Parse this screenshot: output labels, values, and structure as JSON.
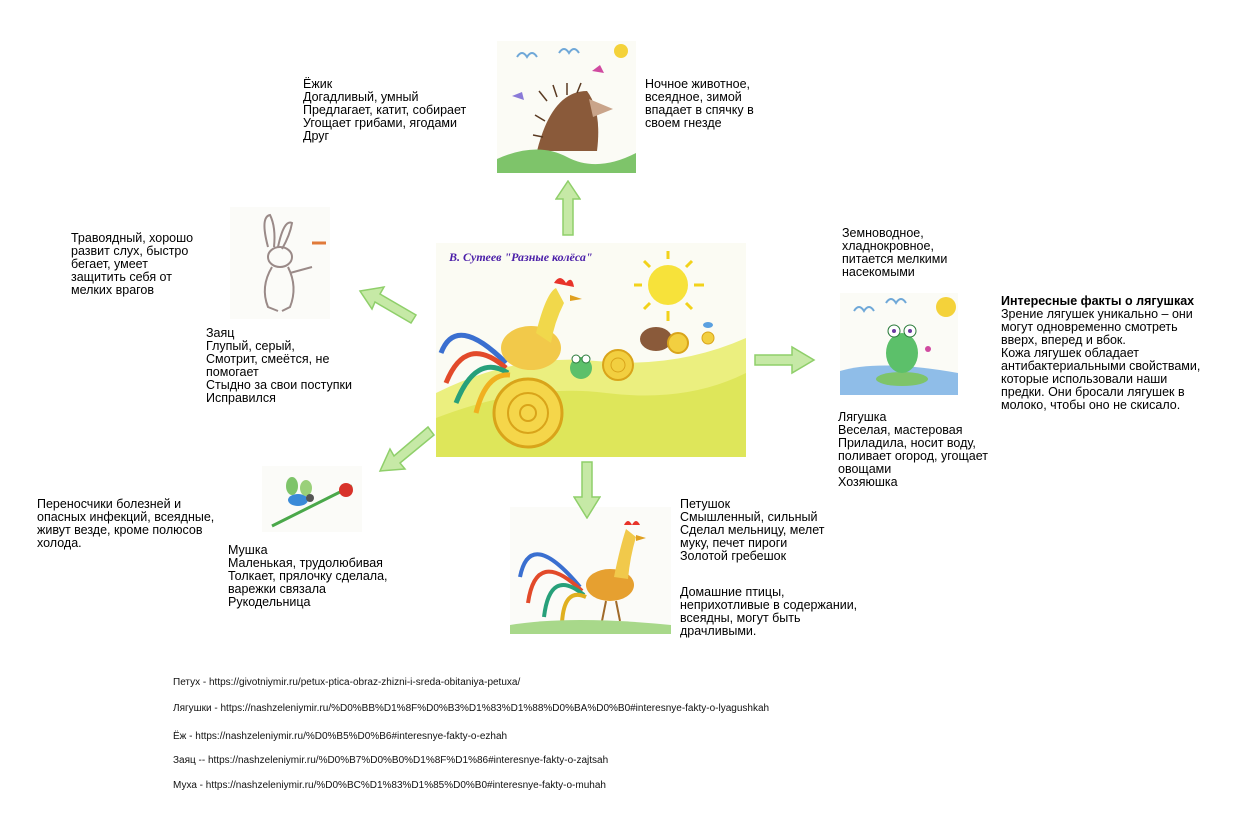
{
  "center": {
    "title": "В. Сутеев  \"Разные колёса\""
  },
  "hedgehog": {
    "traits": [
      "Ёжик",
      "Догадливый, умный",
      "Предлагает, катит, собирает",
      "Угощает грибами, ягодами",
      "Друг"
    ],
    "fact": [
      "Ночное животное,",
      "всеядное,  зимой",
      "впадает в спячку в",
      "своем гнезде"
    ]
  },
  "hare": {
    "fact": [
      "Травоядный, хорошо",
      "развит слух, быстро",
      "бегает, умеет",
      "защитить себя от",
      "мелких врагов"
    ],
    "traits": [
      "Заяц",
      "Глупый, серый,",
      "Смотрит, смеётся, не",
      "помогает",
      "Стыдно за свои поступки",
      "Исправился"
    ]
  },
  "frog": {
    "fact": [
      "Земноводное,",
      "хладнокровное,",
      "питается мелкими",
      "насекомыми"
    ],
    "traits": [
      "Лягушка",
      "Веселая, мастеровая",
      "Приладила, носит воду,",
      "поливает огород, угощает",
      "овощами",
      "Хозяюшка"
    ],
    "facts_title": "Интересные факты о лягушках",
    "facts_lines": [
      "Зрение лягушек уникально – они",
      "могут одновременно смотреть",
      "вверх, вперед и вбок.",
      "Кожа лягушек обладает",
      "антибактериальными свойствами,",
      "которые использовали наши",
      "предки. Они бросали лягушек в",
      "молоко, чтобы оно не скисало."
    ]
  },
  "fly": {
    "fact": [
      "Переносчики болезней и",
      "опасных инфекций, всеядные,",
      "живут везде, кроме полюсов",
      "холода."
    ],
    "traits": [
      "Мушка",
      "Маленькая, трудолюбивая",
      "Толкает, прялочку сделала,",
      "варежки связала",
      "Рукодельница"
    ]
  },
  "rooster": {
    "traits": [
      "Петушок",
      "Смышленный,  сильный",
      "Сделал мельницу, мелет",
      "муку, печет пироги",
      "Золотой гребешок"
    ],
    "fact": [
      "Домашние птицы,",
      "неприхотливые в содержании,",
      "всеядны, могут быть",
      "драчливыми."
    ]
  },
  "sources": [
    "Петух - https://givotniymir.ru/petux-ptica-obraz-zhizni-i-sreda-obitaniya-petuxa/",
    "Лягушки -  https://nashzeleniymir.ru/%D0%BB%D1%8F%D0%B3%D1%83%D1%88%D0%BA%D0%B0#interesnye-fakty-o-lyagushkah",
    "Ёж - https://nashzeleniymir.ru/%D0%B5%D0%B6#interesnye-fakty-o-ezhah",
    "Заяц -- https://nashzeleniymir.ru/%D0%B7%D0%B0%D1%8F%D1%86#interesnye-fakty-o-zajtsah",
    "Муха - https://nashzeleniymir.ru/%D0%BC%D1%83%D1%85%D0%B0#interesnye-fakty-o-muhah"
  ],
  "colors": {
    "arrow_fill": "#c6e9a6",
    "arrow_stroke": "#8fcf6a",
    "title_color": "#4b1fa8"
  }
}
